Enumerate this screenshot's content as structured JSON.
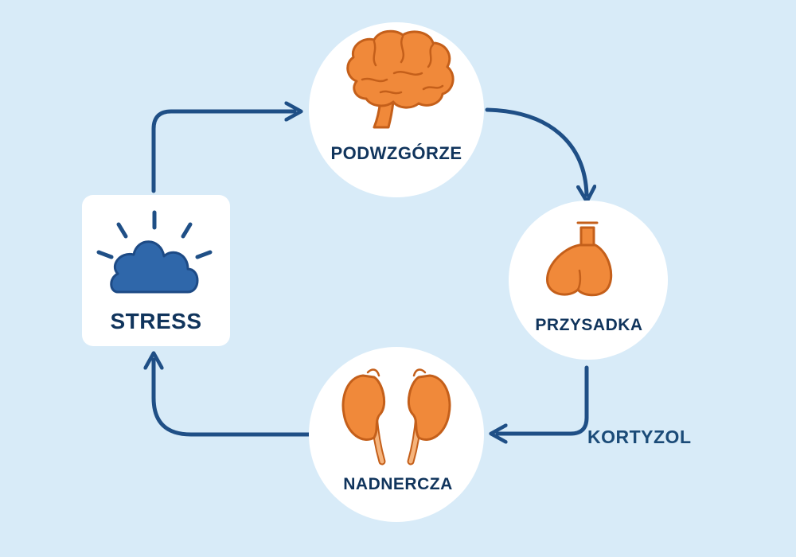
{
  "nodes": {
    "stress": "STRESS",
    "hypothalamus": "PODWZGÓRZE",
    "pituitary": "PRZYSADKA",
    "adrenals": "NADNERCZA"
  },
  "annotation": "KORTYZOL",
  "colors": {
    "background": "#d8ebf8",
    "arrow": "#1f4f86",
    "organ_fill": "#f0893a",
    "organ_stroke": "#c45f1a",
    "cloud_fill": "#2f67aa",
    "label_text": "#10345c"
  },
  "icons": [
    "cloud-sun-icon",
    "brain-icon",
    "pituitary-gland-icon",
    "kidneys-icon"
  ]
}
